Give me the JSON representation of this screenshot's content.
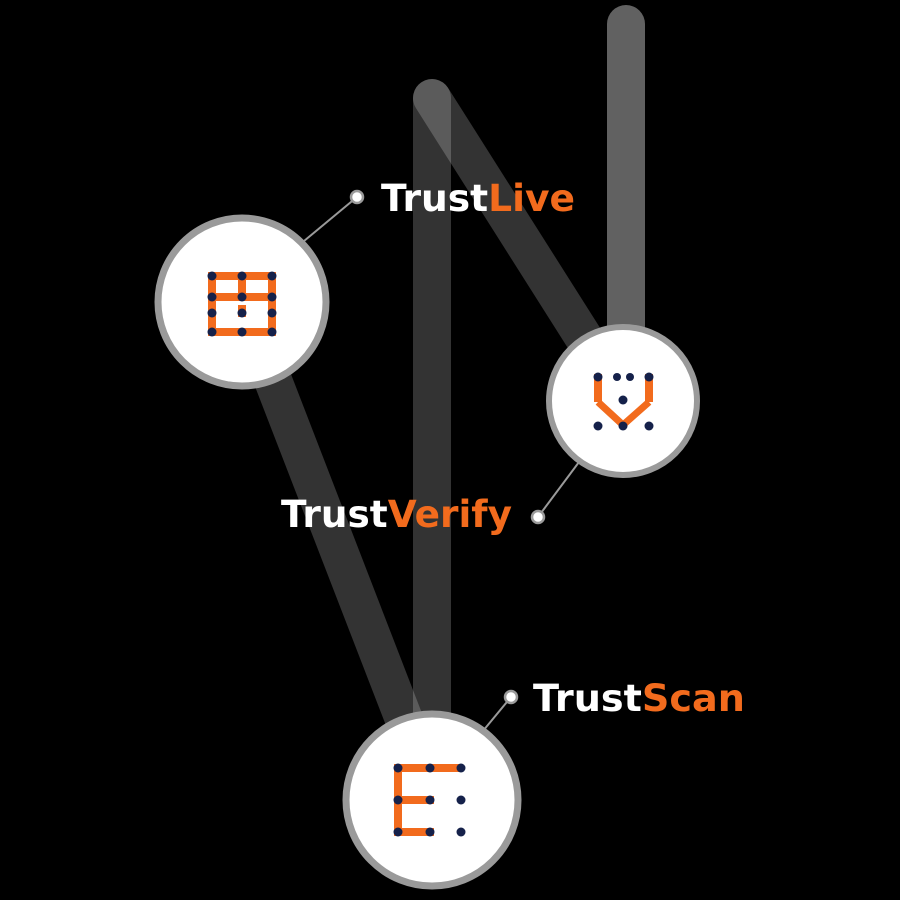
{
  "colors": {
    "background": "#000000",
    "accent": "#f26b1d",
    "dark_dot": "#15214a",
    "node_fill": "#ffffff",
    "node_ring": "#9a9a9a",
    "connector": "#ffffff",
    "label_primary": "#ffffff"
  },
  "nodes": [
    {
      "id": "trustlive",
      "icon": "grid-blocks-icon",
      "label_prefix": "Trust",
      "label_suffix": "Live"
    },
    {
      "id": "trustverify",
      "icon": "check-v-icon",
      "label_prefix": "Trust",
      "label_suffix": "Verify"
    },
    {
      "id": "trustscan",
      "icon": "scan-e-icon",
      "label_prefix": "Trust",
      "label_suffix": "Scan"
    }
  ]
}
